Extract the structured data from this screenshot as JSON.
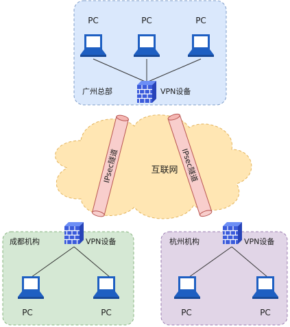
{
  "regions": {
    "hq": {
      "name": "广州总部",
      "device_label": "VPN设备",
      "pc_labels": [
        "PC",
        "PC",
        "PC"
      ]
    },
    "chengdu": {
      "name": "成都机构",
      "device_label": "VPN设备",
      "pc_labels": [
        "PC",
        "PC"
      ]
    },
    "hangzhou": {
      "name": "杭州机构",
      "device_label": "VPN设备",
      "pc_labels": [
        "PC",
        "PC"
      ]
    }
  },
  "internet": {
    "label": "互联网"
  },
  "tunnels": [
    {
      "label": "IPsec隧道"
    },
    {
      "label": "IPsec隧道"
    }
  ],
  "colors": {
    "hq_fill": "#dae8fc",
    "chengdu_fill": "#d5e8d4",
    "hangzhou_fill": "#e1d5e7",
    "cloud_fill": "#ffe6b3",
    "tunnel_fill": "#f8cecc",
    "firewall": "#3b5bdb",
    "pc_blue": "#1e5fc2"
  },
  "icons": {
    "computer": "pc-icon",
    "firewall": "firewall-icon"
  }
}
